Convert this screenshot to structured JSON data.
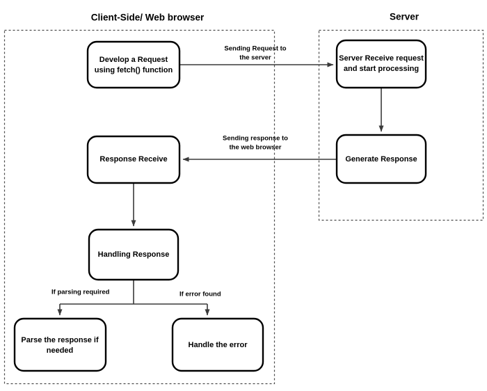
{
  "diagram": {
    "title": "fetch() request lifecycle flowchart",
    "background_color": "#ffffff",
    "node_stroke_color": "#000000",
    "lane_stroke_color": "#4d4d4d",
    "edge_stroke_color": "#3a3a3a"
  },
  "lanes": [
    {
      "id": "client",
      "title": "Client-Side/ Web browser"
    },
    {
      "id": "server",
      "title": "Server"
    }
  ],
  "nodes": [
    {
      "id": "develop-request",
      "lane": "client",
      "lines": [
        "Develop a Request",
        "using fetch() function"
      ]
    },
    {
      "id": "server-receive",
      "lane": "server",
      "lines": [
        "Server Receive request",
        "and start processing"
      ]
    },
    {
      "id": "generate-response",
      "lane": "server",
      "lines": [
        "Generate Response"
      ]
    },
    {
      "id": "response-receive",
      "lane": "client",
      "lines": [
        "Response Receive"
      ]
    },
    {
      "id": "handling-response",
      "lane": "client",
      "lines": [
        "Handling Response"
      ]
    },
    {
      "id": "parse-response",
      "lane": "client",
      "lines": [
        "Parse the response if",
        "needed"
      ]
    },
    {
      "id": "handle-error",
      "lane": "client",
      "lines": [
        "Handle the error"
      ]
    }
  ],
  "edges": [
    {
      "id": "request-to-server",
      "from": "develop-request",
      "to": "server-receive",
      "lines": [
        "Sending Request to",
        "the server"
      ]
    },
    {
      "id": "server-receive-to-generate",
      "from": "server-receive",
      "to": "generate-response",
      "lines": []
    },
    {
      "id": "response-to-browser",
      "from": "generate-response",
      "to": "response-receive",
      "lines": [
        "Sending response to",
        "the web browser"
      ]
    },
    {
      "id": "response-to-handling",
      "from": "response-receive",
      "to": "handling-response",
      "lines": []
    },
    {
      "id": "handling-to-parse",
      "from": "handling-response",
      "to": "parse-response",
      "lines": [
        "If parsing required"
      ]
    },
    {
      "id": "handling-to-error",
      "from": "handling-response",
      "to": "handle-error",
      "lines": [
        "If error found"
      ]
    }
  ]
}
